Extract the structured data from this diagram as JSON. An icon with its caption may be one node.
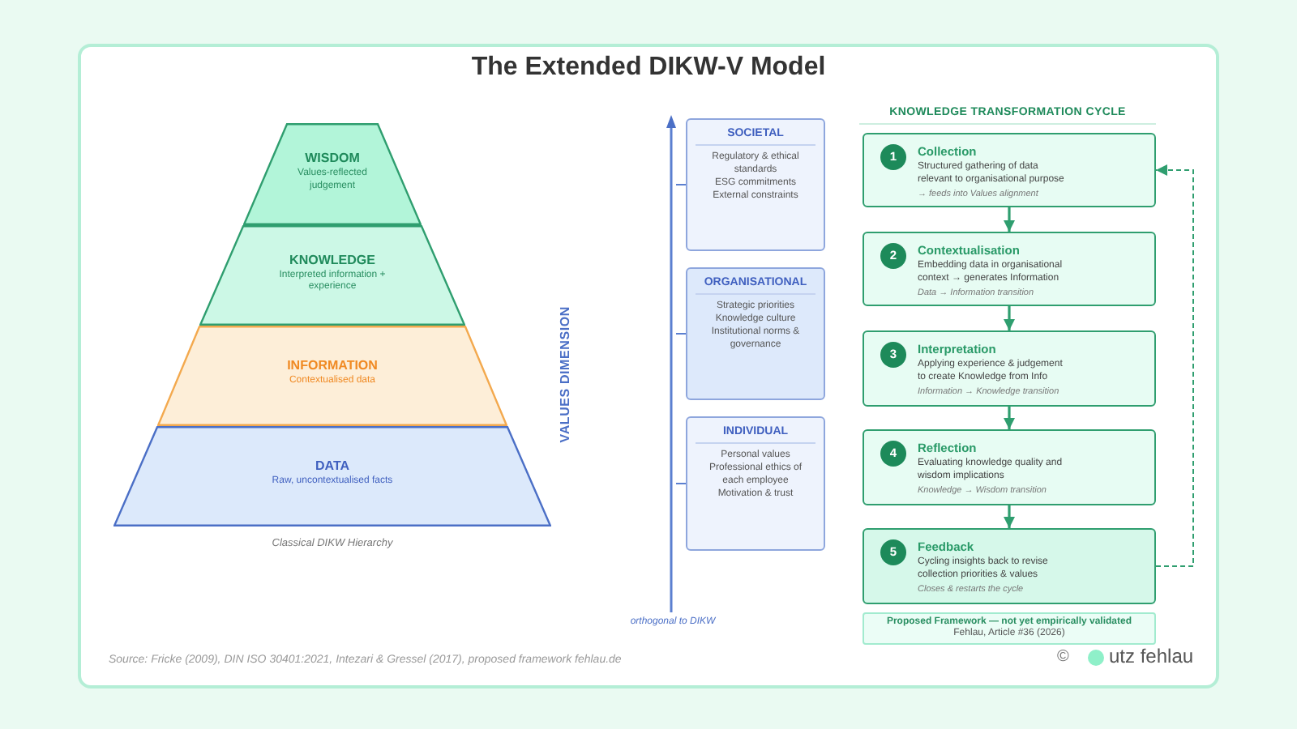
{
  "diagram": {
    "title": "The Extended DIKW-V Model",
    "nodes": [
      {
        "text": [
          "WISDOM",
          "Values-reflected judgement"
        ]
      },
      {
        "text": [
          "KNOWLEDGE",
          "Interpreted information + experience"
        ]
      },
      {
        "text": [
          "INFORMATION",
          "Contextualised data"
        ]
      },
      {
        "text": [
          "DATA",
          "Raw, uncontextualised facts"
        ]
      },
      {
        "text": [],
        "shape": "arrow",
        "beside": [
          "orthogonal to DIKW"
        ]
      },
      {
        "text": [
          "SOCIETAL",
          "Regulatory & ethical standards",
          "ESG commitments",
          "External constraints"
        ]
      },
      {
        "text": [
          "ORGANISATIONAL",
          "Strategic priorities",
          "Knowledge culture",
          "Institutional norms & governance"
        ]
      },
      {
        "text": [
          "INDIVIDUAL",
          "Personal values",
          "Professional ethics of each employee",
          "Motivation & trust"
        ]
      },
      {
        "text": [
          "1",
          "Collection",
          "Structured gathering of data relevant to organisational purpose",
          "→ feeds into Values alignment"
        ]
      },
      {
        "text": [
          "2",
          "Contextualisation",
          "Embedding data in organisational context → generates Information",
          "Data → Information transition"
        ]
      },
      {
        "text": [
          "3",
          "Interpretation",
          "Applying experience & judgement to create Knowledge from Info",
          "Information → Knowledge transition"
        ]
      },
      {
        "text": [
          "4",
          "Reflection",
          "Evaluating knowledge quality and wisdom implications",
          "Knowledge → Wisdom transition"
        ]
      },
      {
        "text": [
          "5",
          "Feedback",
          "Cycling insights back to revise collection priorities & values",
          "Closes & restarts the cycle"
        ]
      },
      {
        "text": [
          "Proposed Framework — not yet empirically validated",
          "Fehlau, Article #36 (2026)"
        ]
      }
    ],
    "edges": [
      {
        "from": 4,
        "to": 5,
        "arrow": "none",
        "color": "#5b7fd0"
      },
      {
        "from": 4,
        "to": 6,
        "arrow": "none",
        "color": "#5b7fd0"
      },
      {
        "from": 4,
        "to": 7,
        "arrow": "none",
        "color": "#5b7fd0"
      },
      {
        "from": 8,
        "to": 9,
        "arrow": "to"
      },
      {
        "from": 9,
        "to": 10,
        "arrow": "to"
      },
      {
        "from": 10,
        "to": 11,
        "arrow": "to"
      },
      {
        "from": 11,
        "to": 12,
        "arrow": "to"
      },
      {
        "from": 12,
        "to": 8,
        "arrow": "to",
        "style": "dashed"
      }
    ],
    "labels": [
      "Classical DIKW Hierarchy",
      "VALUES DIMENSION",
      "KNOWLEDGE TRANSFORMATION CYCLE",
      "Source: Fricke (2009), DIN ISO 30401:2021, Intezari & Gressel (2017), proposed framework fehlau.de",
      "©",
      "utz fehlau"
    ]
  }
}
